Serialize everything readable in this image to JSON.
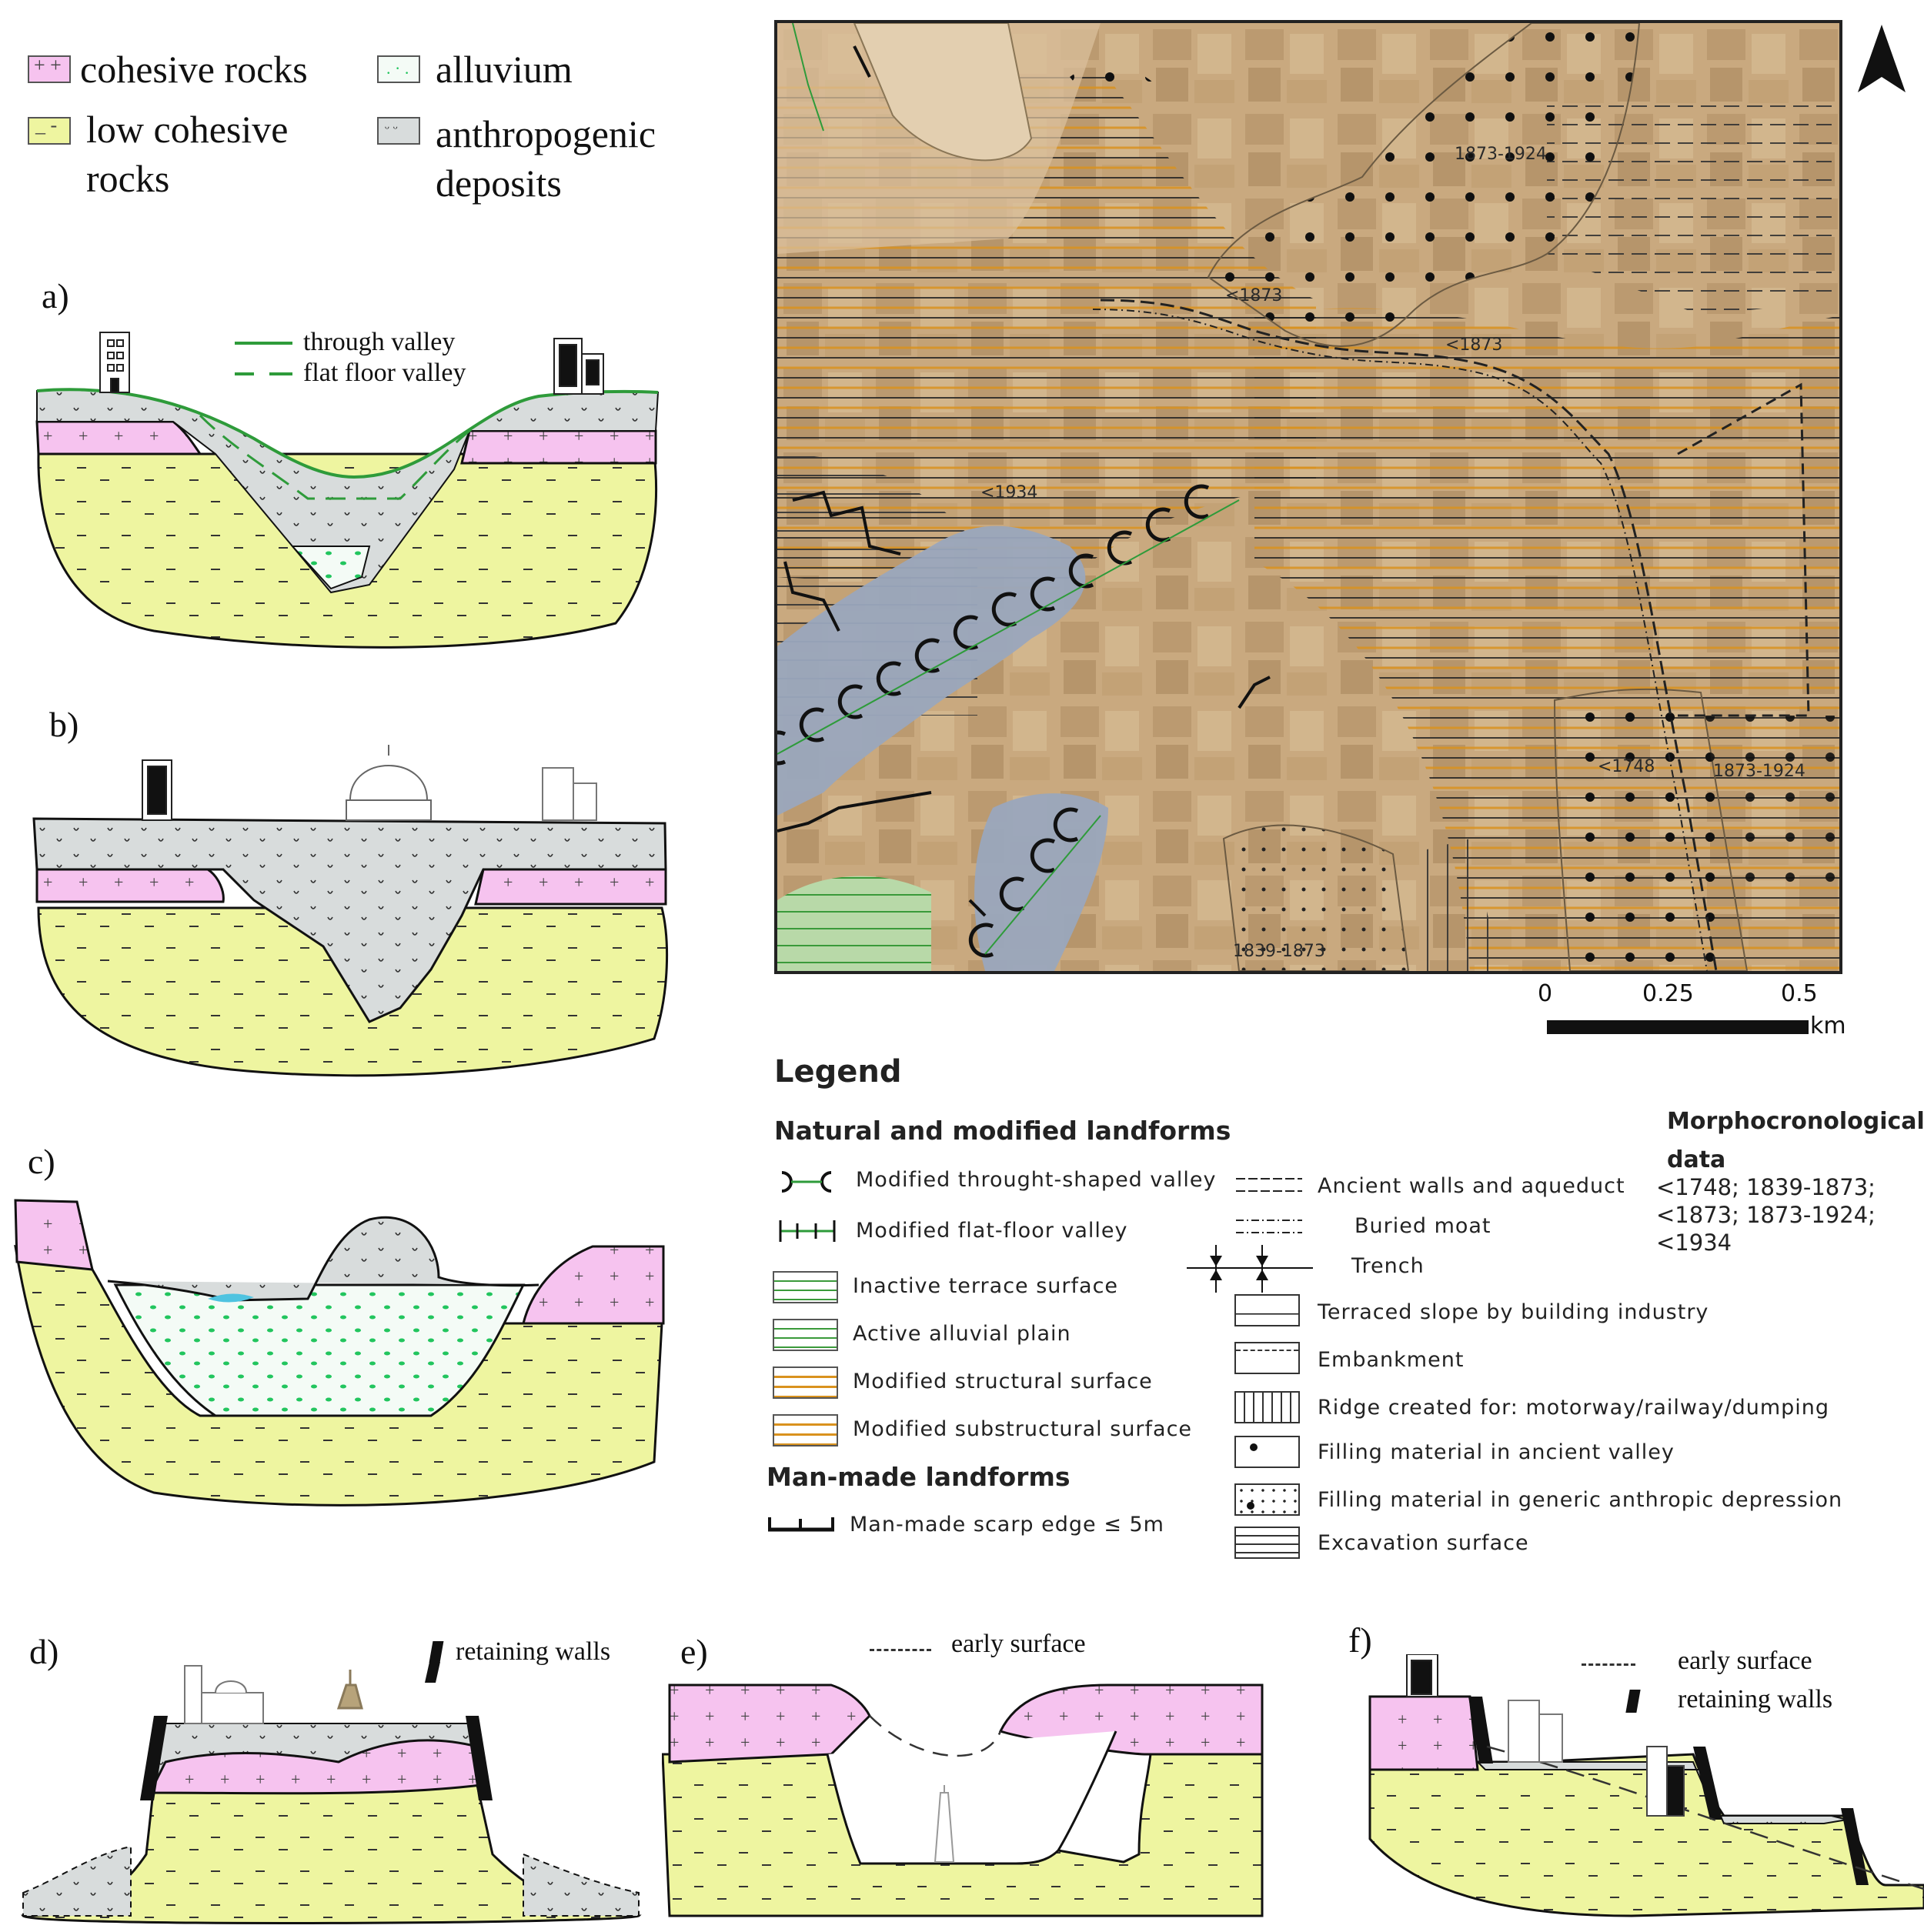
{
  "rock_legend": {
    "cohesive": "cohesive rocks",
    "low_cohesive_1": "low cohesive",
    "low_cohesive_2": "rocks",
    "alluvium": "alluvium",
    "anthropogenic_1": "anthropogenic",
    "anthropogenic_2": "deposits"
  },
  "panels": {
    "a": {
      "label": "a)",
      "legend_solid": "through valley",
      "legend_dashed": "flat floor valley"
    },
    "b": {
      "label": "b)"
    },
    "c": {
      "label": "c)"
    },
    "d": {
      "label": "d)",
      "legend": "retaining walls"
    },
    "e": {
      "label": "e)",
      "legend": "early surface"
    },
    "f": {
      "label": "f)",
      "legend_dashed": "early surface",
      "legend_wall": "retaining walls"
    }
  },
  "map": {
    "labels": [
      "1873-1924",
      "<1873",
      "<1873",
      "<1934",
      "<1748",
      "1873-1924",
      "1839-1873"
    ],
    "scale": {
      "t0": "0",
      "t1": "0.25",
      "t2": "0.5",
      "unit": "km"
    }
  },
  "legend": {
    "title": "Legend",
    "natural_title": "Natural and modified landforms",
    "natural_items": [
      "Modified throught-shaped valley",
      "Modified flat-floor valley",
      "Inactive terrace surface",
      "Active alluvial plain",
      "Modified structural surface",
      "Modified substructural surface"
    ],
    "manmade_title": "Man-made landforms",
    "manmade_items": [
      "Man-made scarp edge ≤ 5m"
    ],
    "right_items": [
      "Ancient walls and aqueduct",
      "Buried moat",
      "Trench",
      "Terraced slope by building industry",
      "Embankment",
      "Ridge created for: motorway/railway/dumping",
      "Filling material in ancient valley",
      "Filling material in generic anthropic depression",
      "Excavation surface"
    ],
    "morpho_title_1": "Morphocronological",
    "morpho_title_2": "data",
    "morpho_lines": [
      "<1748; 1839-1873;",
      "<1873; 1873-1924;",
      "<1934"
    ]
  },
  "colors": {
    "cohesive": "#f6c3ef",
    "low_cohesive": "#eef5a0",
    "anthropogenic": "#d8dcdc",
    "alluvium_dots": "#22c55e",
    "map_base": "#c8a77d",
    "map_valley": "#9aa7bd",
    "map_terrace": "#b8d9a8",
    "water": "#4fc3e0"
  }
}
